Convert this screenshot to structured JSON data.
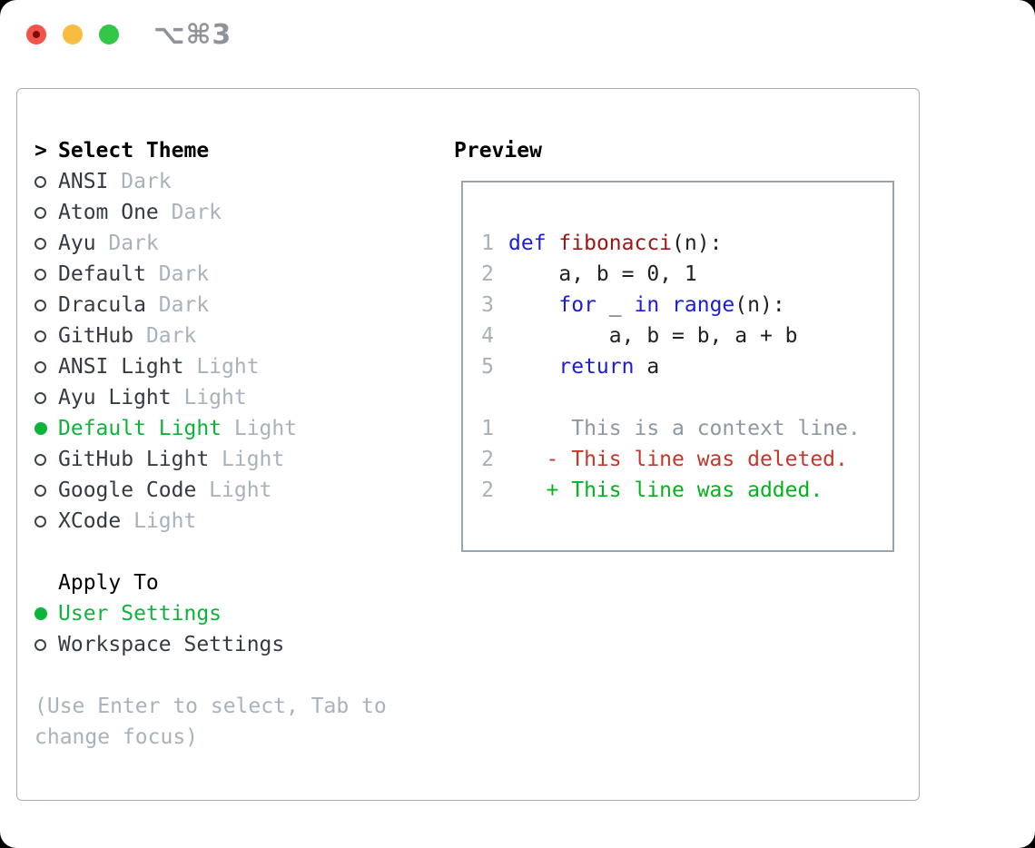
{
  "titlebar": {
    "shortcut": "⌥⌘3"
  },
  "colors": {
    "traffic_red": "#f0544c",
    "traffic_red_dot": "#7e0c03",
    "traffic_yellow": "#f6bd40",
    "traffic_green": "#33c748",
    "shortcut_text": "#8f949a",
    "panel_border": "#a6adb6",
    "preview_border": "#9aa4ae",
    "header_text": "#000000",
    "item_text": "#343b42",
    "muted": "#a9b2bc",
    "selected_green": "#0cb43a",
    "bullet_outline": "#3e444b",
    "line_number": "#a7b0ba",
    "code_default": "#1d2126",
    "keyword": "#1a1ae0",
    "function_name": "#a31515",
    "context": "#8e98a2",
    "deleted": "#c5362a",
    "added": "#03b31d",
    "hint_text": "#a9b2bc"
  },
  "theme_list": {
    "marker": ">",
    "header": "Select Theme",
    "items": [
      {
        "name": "ANSI",
        "variant": "Dark",
        "selected": false
      },
      {
        "name": "Atom One",
        "variant": "Dark",
        "selected": false
      },
      {
        "name": "Ayu",
        "variant": "Dark",
        "selected": false
      },
      {
        "name": "Default",
        "variant": "Dark",
        "selected": false
      },
      {
        "name": "Dracula",
        "variant": "Dark",
        "selected": false
      },
      {
        "name": "GitHub",
        "variant": "Dark",
        "selected": false
      },
      {
        "name": "ANSI Light",
        "variant": "Light",
        "selected": false
      },
      {
        "name": "Ayu Light",
        "variant": "Light",
        "selected": false
      },
      {
        "name": "Default Light",
        "variant": "Light",
        "selected": true
      },
      {
        "name": "GitHub Light",
        "variant": "Light",
        "selected": false
      },
      {
        "name": "Google Code",
        "variant": "Light",
        "selected": false
      },
      {
        "name": "XCode",
        "variant": "Light",
        "selected": false
      }
    ]
  },
  "apply_to": {
    "header": "Apply To",
    "items": [
      {
        "label": "User Settings",
        "selected": true
      },
      {
        "label": "Workspace Settings",
        "selected": false
      }
    ]
  },
  "hint": "(Use Enter to select, Tab to change focus)",
  "preview": {
    "label": "Preview",
    "lines": [
      {
        "num": "1",
        "tokens": [
          {
            "text": "def",
            "color": "keyword"
          },
          {
            "text": " "
          },
          {
            "text": "fibonacci",
            "color": "function_name"
          },
          {
            "text": "(n):"
          }
        ]
      },
      {
        "num": "2",
        "tokens": [
          {
            "text": "    a, b = 0, 1"
          }
        ]
      },
      {
        "num": "3",
        "tokens": [
          {
            "text": "    "
          },
          {
            "text": "for",
            "color": "keyword"
          },
          {
            "text": " _ "
          },
          {
            "text": "in",
            "color": "keyword"
          },
          {
            "text": " "
          },
          {
            "text": "range",
            "color": "keyword"
          },
          {
            "text": "(n):"
          }
        ]
      },
      {
        "num": "4",
        "tokens": [
          {
            "text": "        a, b = b, a + b"
          }
        ]
      },
      {
        "num": "5",
        "tokens": [
          {
            "text": "    "
          },
          {
            "text": "return",
            "color": "keyword"
          },
          {
            "text": " a"
          }
        ]
      },
      {
        "num": "",
        "tokens": []
      },
      {
        "num": "1",
        "tokens": [
          {
            "text": "     This is a context line.",
            "color": "context"
          }
        ]
      },
      {
        "num": "2",
        "tokens": [
          {
            "text": "   - This line was deleted.",
            "color": "deleted"
          }
        ]
      },
      {
        "num": "2",
        "tokens": [
          {
            "text": "   + This line was added.",
            "color": "added"
          }
        ]
      }
    ]
  }
}
